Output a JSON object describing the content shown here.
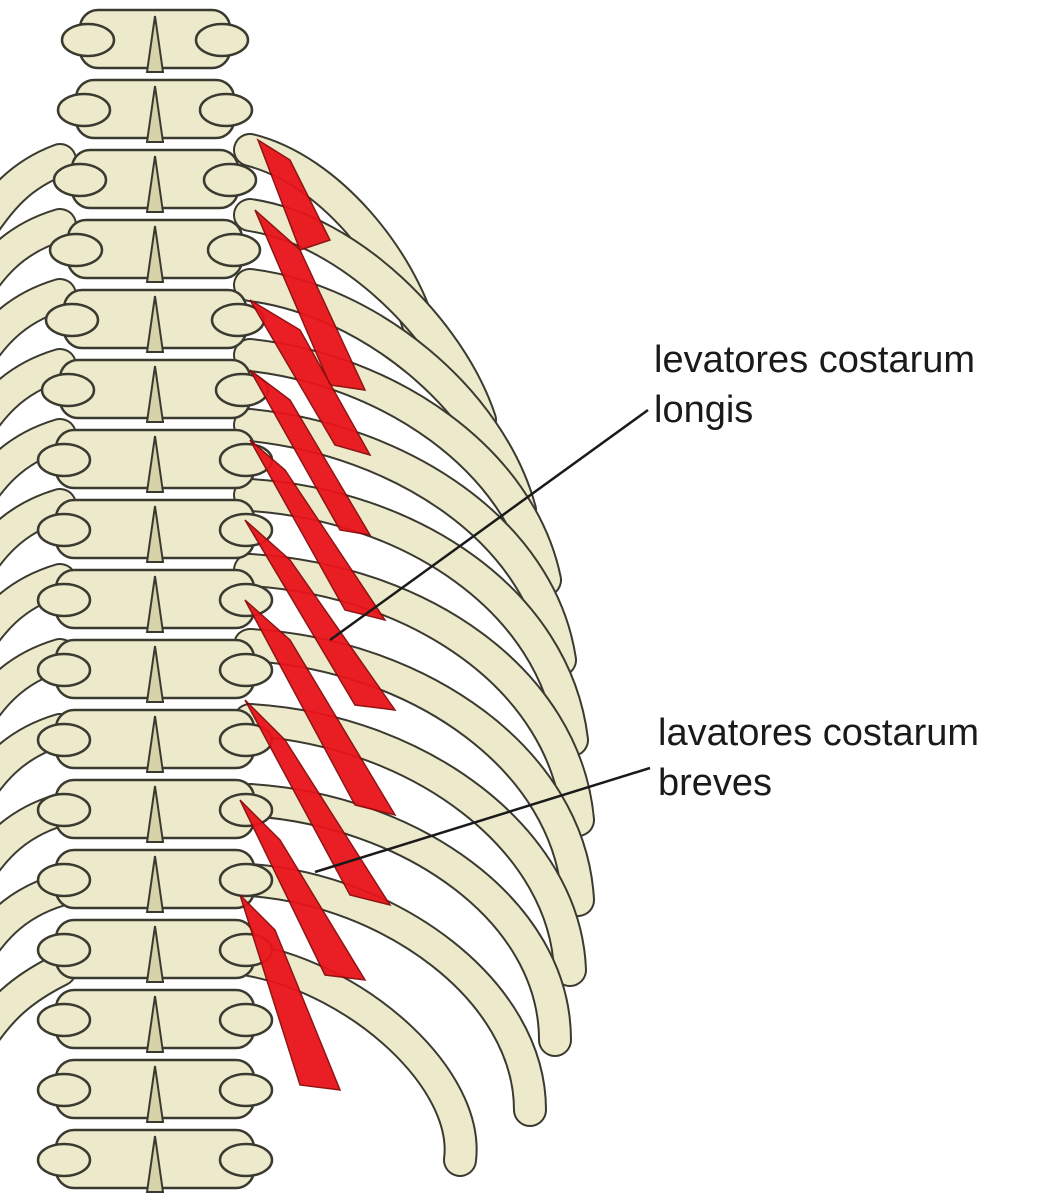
{
  "labels": {
    "longis": {
      "line1": "levatores costarum",
      "line2": "longis"
    },
    "breves": {
      "line1": "lavatores costarum",
      "line2": "breves"
    }
  },
  "colors": {
    "bone": "#ECEACB",
    "bone_shadow": "#D6D2AA",
    "outline": "#3a3a30",
    "muscle": "#E8141A",
    "leader": "#1a1a1a"
  }
}
